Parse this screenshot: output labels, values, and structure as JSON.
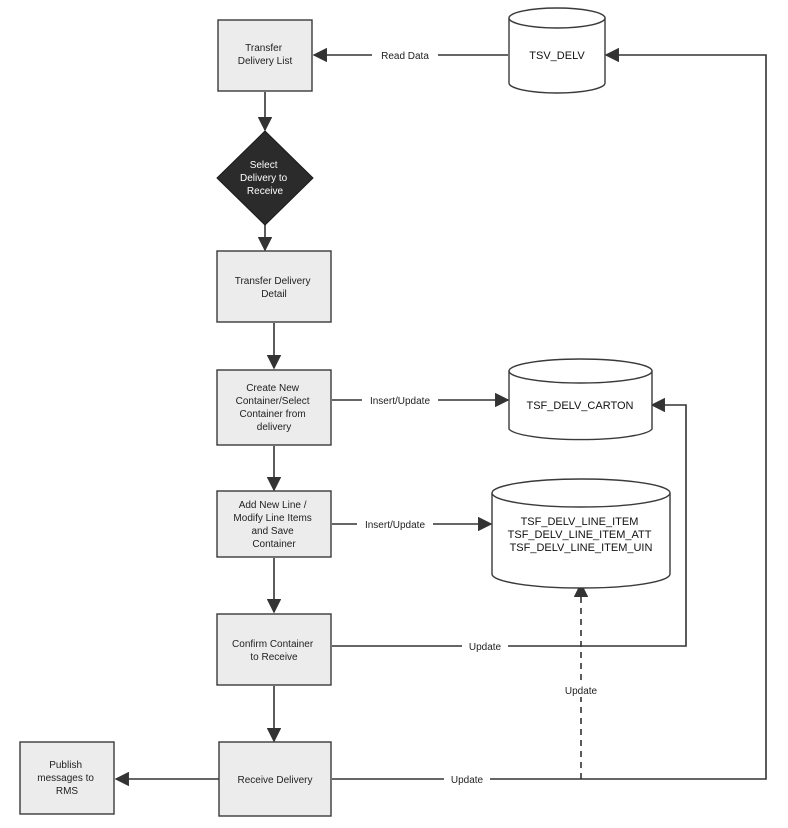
{
  "nodes": {
    "transfer_delivery_list": [
      "Transfer",
      "Delivery List"
    ],
    "select_delivery": [
      "Select",
      "Delivery to",
      "Receive"
    ],
    "transfer_delivery_detail": [
      "Transfer Delivery",
      "Detail"
    ],
    "create_container": [
      "Create New",
      "Container/Select",
      "Container from",
      "delivery"
    ],
    "add_new_line": [
      "Add New Line /",
      "Modify Line Items",
      "and Save",
      "Container"
    ],
    "confirm_container": [
      "Confirm Container",
      "to Receive"
    ],
    "receive_delivery": [
      "Receive Delivery"
    ],
    "publish_messages": [
      "Publish",
      "messages to",
      "RMS"
    ]
  },
  "databases": {
    "tsv_delv": [
      "TSV_DELV"
    ],
    "tsf_delv_carton": [
      "TSF_DELV_CARTON"
    ],
    "tsf_delv_line_item": [
      "TSF_DELV_LINE_ITEM",
      "TSF_DELV_LINE_ITEM_ATT",
      "TSF_DELV_LINE_ITEM_UIN"
    ]
  },
  "edge_labels": {
    "read_data": "Read Data",
    "insert_update_carton": "Insert/Update",
    "insert_update_line_item": "Insert/Update",
    "update_confirm": "Update",
    "update_dashed": "Update",
    "update_receive": "Update"
  },
  "colors": {
    "box_fill": "#ececec",
    "box_stroke": "#3a3a3a",
    "decision_fill": "#2b2b2b",
    "line": "#333333",
    "db_fill": "#ffffff"
  }
}
